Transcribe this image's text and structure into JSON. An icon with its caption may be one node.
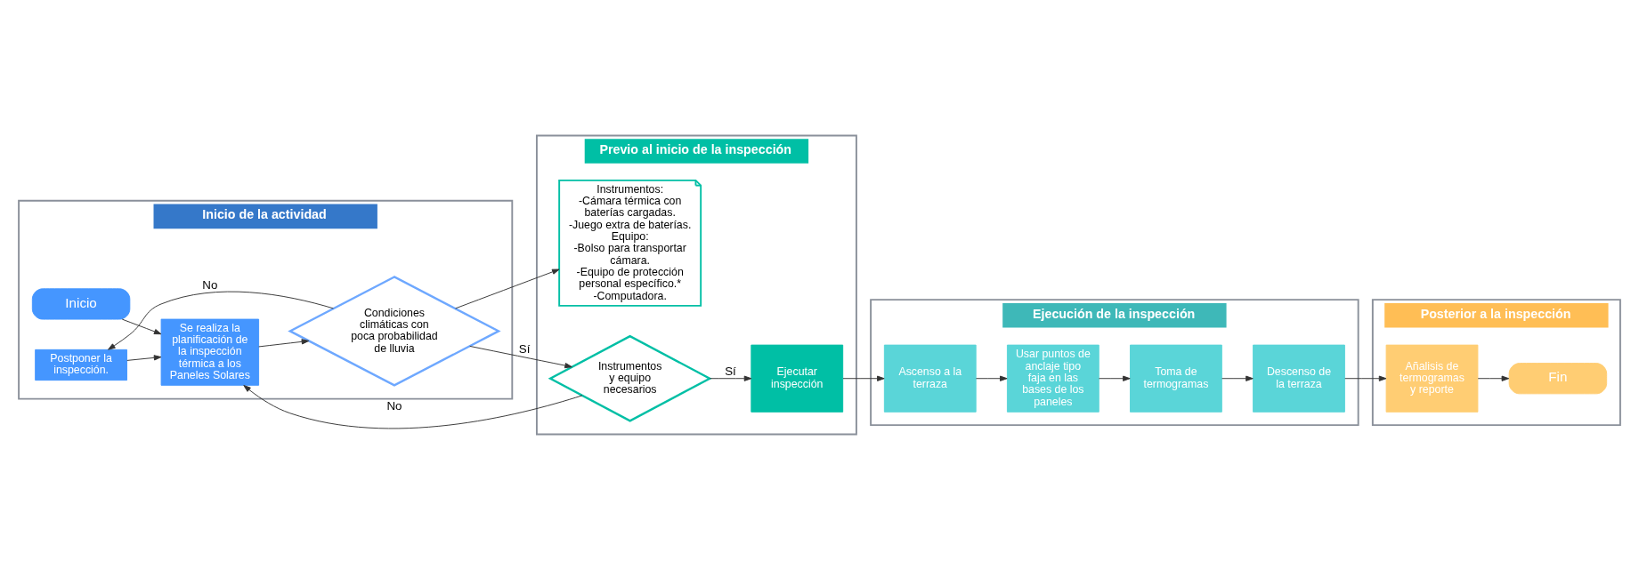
{
  "diagram": {
    "nodes": [
      {
        "text": [
          "Inicio de la actividad"
        ]
      },
      {
        "text": [
          "Inicio"
        ],
        "in": 0
      },
      {
        "text": [
          "Postponer la inspección."
        ],
        "in": 0
      },
      {
        "text": [
          "Se realiza la planificación de la inspección térmica a los Paneles Solares"
        ],
        "in": 0
      },
      {
        "text": [
          "Condiciones climáticas con poca probabilidad de lluvia"
        ],
        "in": 0
      },
      {
        "text": [
          "Previo al inicio de la inspección"
        ]
      },
      {
        "text": [
          "Instrumentos:",
          "-Cámara térmica con baterías cargadas.",
          "-Juego extra de baterías.",
          "Equipo:",
          "-Bolso para transportar cámara.",
          "-Equipo de protección personal específico.*",
          "-Computadora."
        ],
        "in": 5
      },
      {
        "text": [
          "Instrumentos y equipo necesarios"
        ],
        "in": 5
      },
      {
        "text": [
          "Ejecutar inspección"
        ],
        "in": 5
      },
      {
        "text": [
          "Ejecución de la inspección"
        ]
      },
      {
        "text": [
          "Ascenso a la terraza"
        ],
        "in": 9
      },
      {
        "text": [
          "Usar puntos de anclaje tipo faja en las bases de los paneles"
        ],
        "in": 9
      },
      {
        "text": [
          "Toma de termogramas"
        ],
        "in": 9
      },
      {
        "text": [
          "Descenso de la terraza"
        ],
        "in": 9
      },
      {
        "text": [
          "Posterior a la inspección"
        ]
      },
      {
        "text": [
          "Añalisis de termogramas y reporte"
        ],
        "in": 14
      },
      {
        "text": [
          "Fin"
        ],
        "in": 14
      }
    ],
    "edges": [
      {
        "from": 1,
        "to": 3,
        "arrow": "to"
      },
      {
        "from": 3,
        "to": 4,
        "arrow": "to"
      },
      {
        "from": 4,
        "to": 2,
        "arrow": "to",
        "label": "No"
      },
      {
        "from": 2,
        "to": 3,
        "arrow": "to"
      },
      {
        "from": 4,
        "to": 6,
        "arrow": "to"
      },
      {
        "from": 4,
        "to": 7,
        "arrow": "to",
        "label": "Sí"
      },
      {
        "from": 7,
        "to": 8,
        "arrow": "to",
        "label": "Sí"
      },
      {
        "from": 7,
        "to": 3,
        "arrow": "to",
        "label": "No"
      },
      {
        "from": 8,
        "to": 10,
        "arrow": "to"
      },
      {
        "from": 10,
        "to": 11,
        "arrow": "to"
      },
      {
        "from": 11,
        "to": 12,
        "arrow": "to"
      },
      {
        "from": 12,
        "to": 13,
        "arrow": "to"
      },
      {
        "from": 13,
        "to": 15,
        "arrow": "to"
      },
      {
        "from": 15,
        "to": 16,
        "arrow": "to"
      }
    ]
  }
}
